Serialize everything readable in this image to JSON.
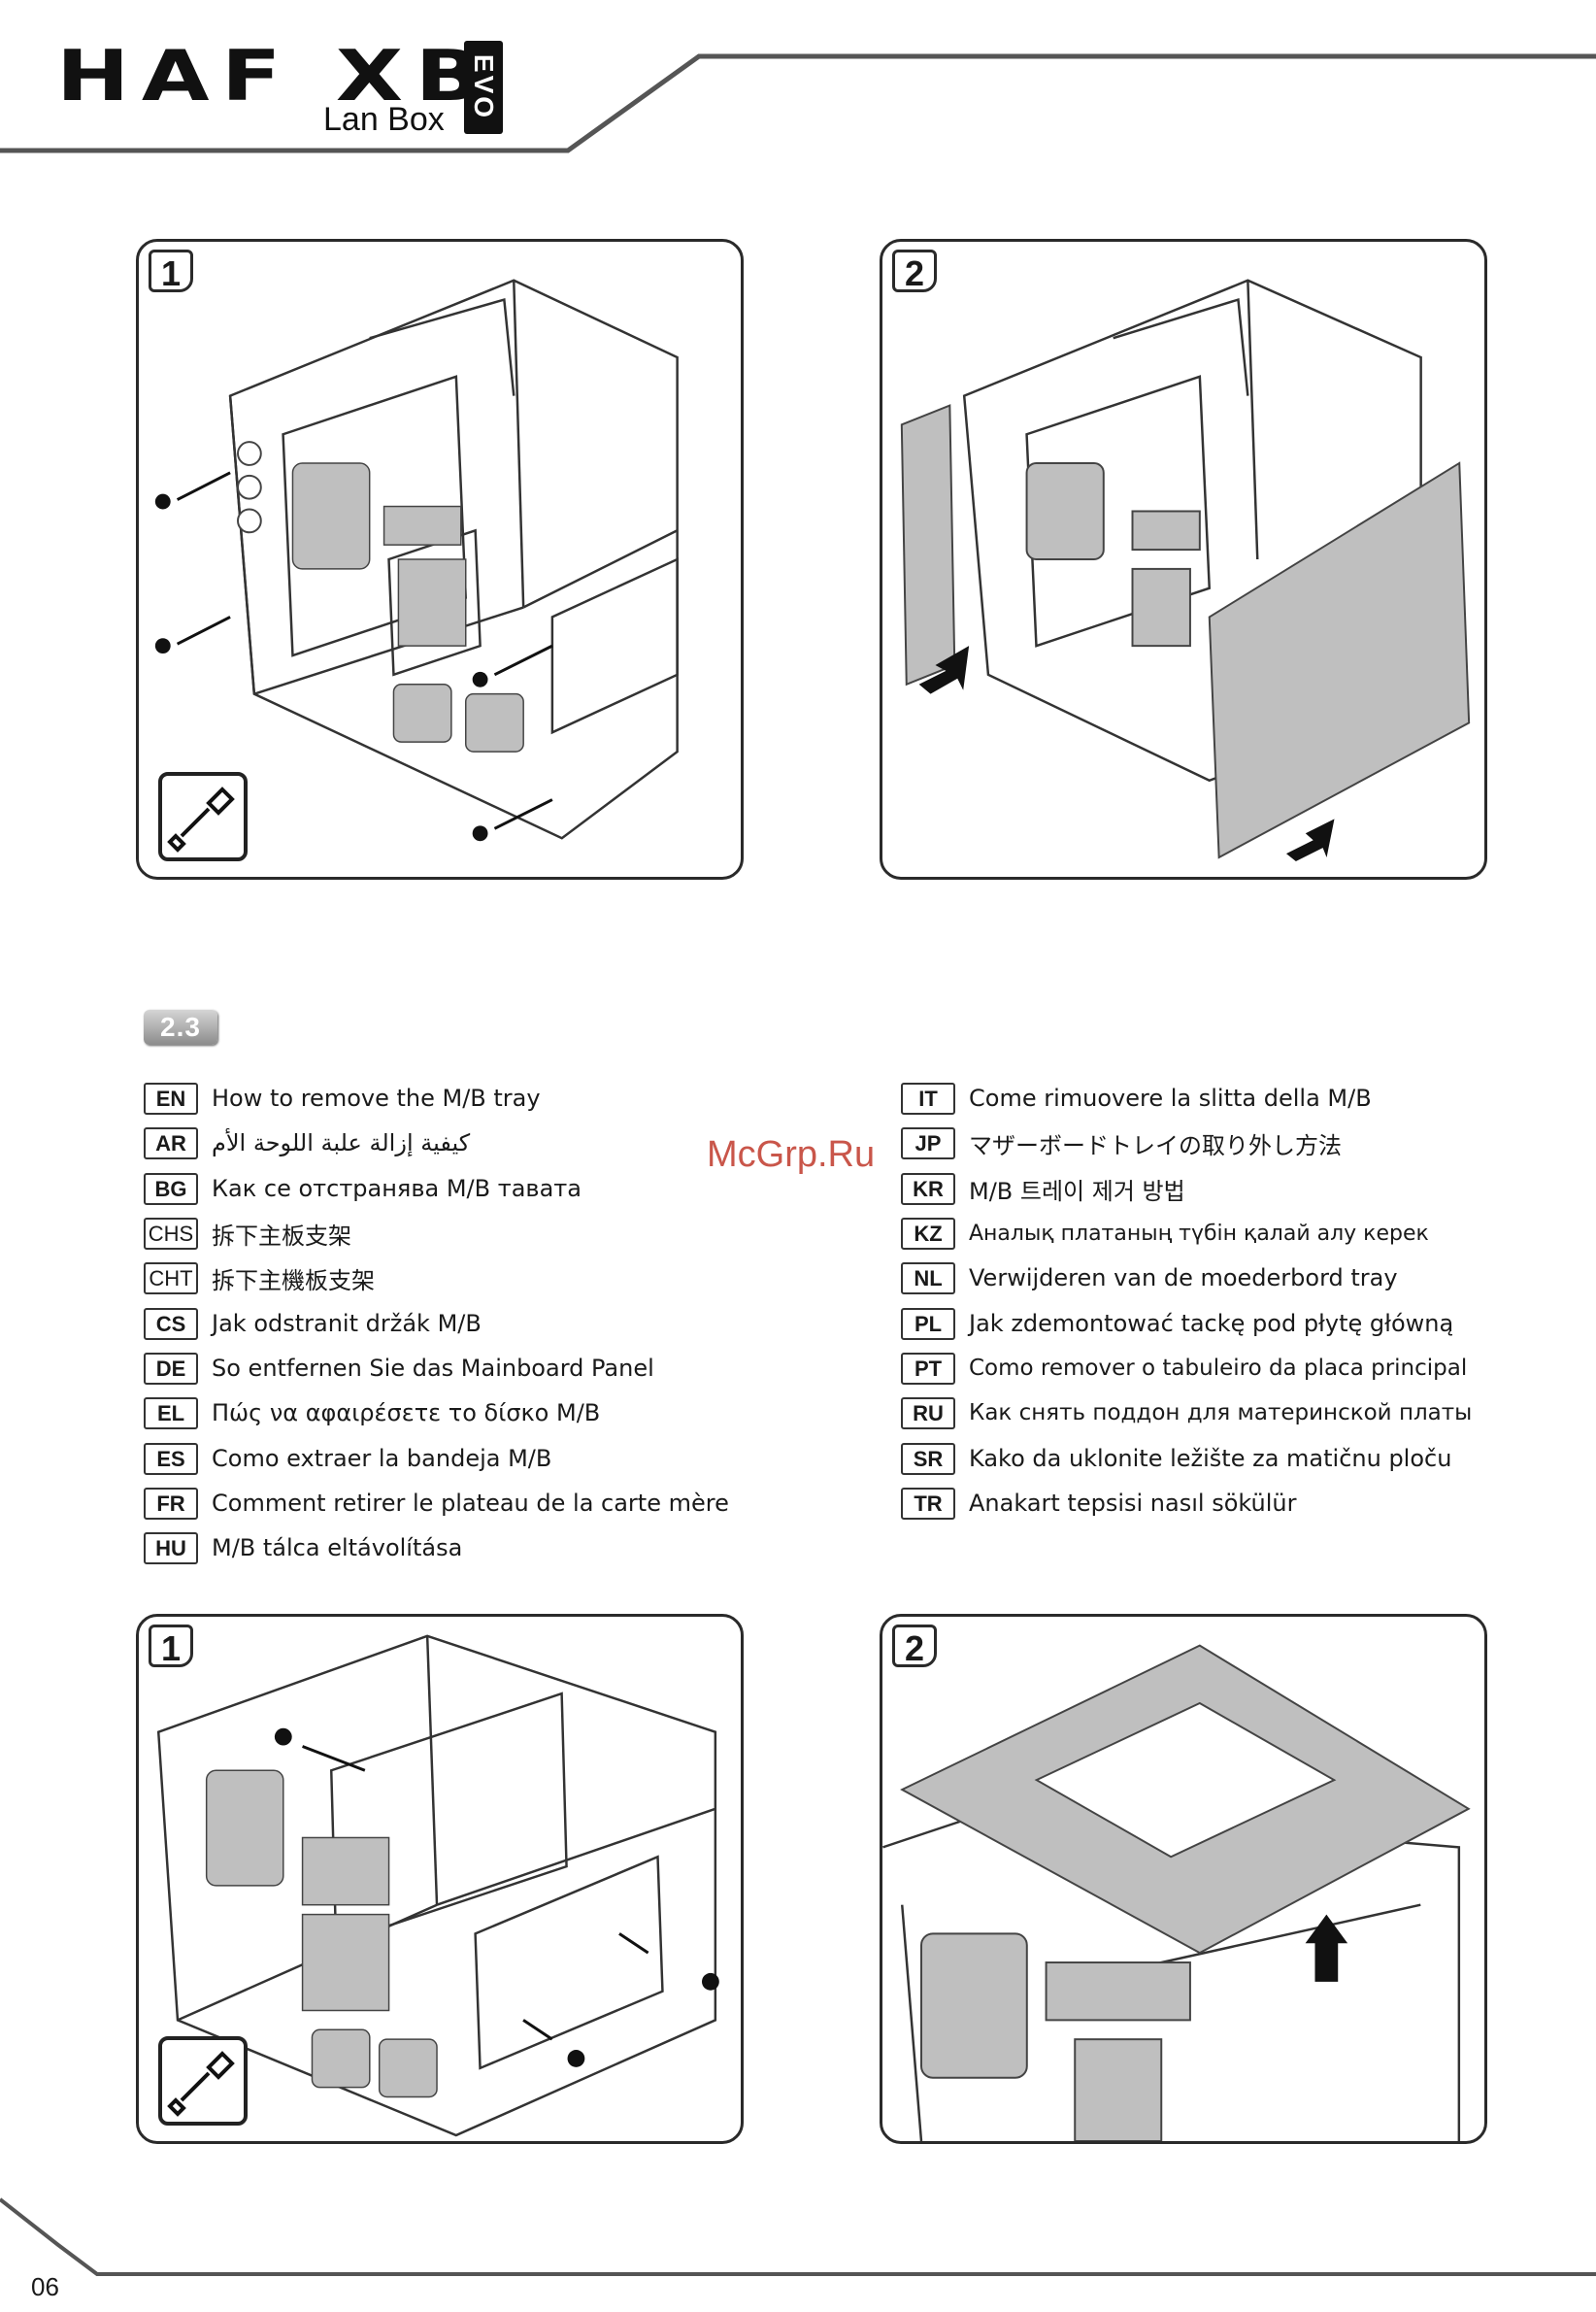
{
  "header": {
    "logo_main": "HAF XB",
    "logo_sub": "Lan Box",
    "logo_badge": "EVO"
  },
  "section": {
    "number": "2.3"
  },
  "languages_left": [
    {
      "code": "EN",
      "text": "How to remove the M/B tray"
    },
    {
      "code": "AR",
      "text": "كيفية إزالة علبة اللوحة الأم"
    },
    {
      "code": "BG",
      "text": "Как се отстранява M/B тавата"
    },
    {
      "code": "CHS",
      "text": "拆下主板支架"
    },
    {
      "code": "CHT",
      "text": "拆下主機板支架"
    },
    {
      "code": "CS",
      "text": "Jak odstranit držák M/B"
    },
    {
      "code": "DE",
      "text": "So entfernen Sie das Mainboard Panel"
    },
    {
      "code": "EL",
      "text": "Πώς να αφαιρέσετε το δίσκο M/B"
    },
    {
      "code": "ES",
      "text": "Como extraer la bandeja M/B"
    },
    {
      "code": "FR",
      "text": "Comment retirer le plateau de la carte mère"
    },
    {
      "code": "HU",
      "text": "M/B tálca eltávolítása"
    }
  ],
  "languages_right": [
    {
      "code": "IT",
      "text": "Come rimuovere la slitta della M/B"
    },
    {
      "code": "JP",
      "text": "マザーボードトレイの取り外し方法"
    },
    {
      "code": "KR",
      "text": "M/B 트레이 제거 방법"
    },
    {
      "code": "KZ",
      "text": "Аналық платаның түбін қалай алу керек"
    },
    {
      "code": "NL",
      "text": "Verwijderen van de moederbord tray"
    },
    {
      "code": "PL",
      "text": "Jak zdemontować tackę pod płytę główną"
    },
    {
      "code": "PT",
      "text": "Como remover o tabuleiro da placa principal"
    },
    {
      "code": "RU",
      "text": "Как снять поддон для материнской платы"
    },
    {
      "code": "SR",
      "text": "Kako da uklonite ležište za matičnu ploču"
    },
    {
      "code": "TR",
      "text": "Anakart tepsisi nasıl sökülür"
    }
  ],
  "panels": {
    "top_left_step": "1",
    "top_right_step": "2",
    "bottom_left_step": "1",
    "bottom_right_step": "2"
  },
  "watermark": "McGrp.Ru",
  "footer": {
    "page_number": "06"
  }
}
